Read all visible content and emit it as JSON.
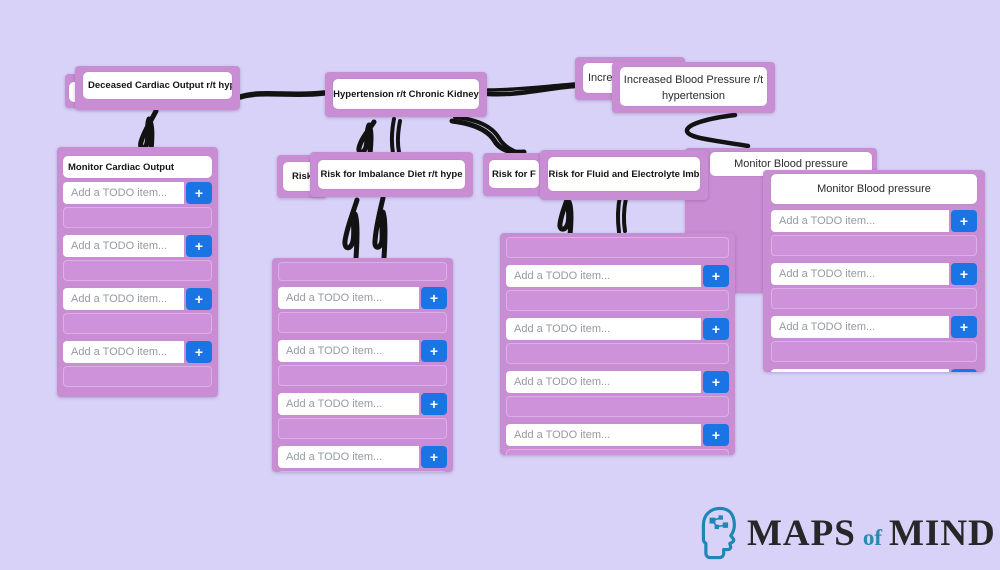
{
  "canvas": {
    "background_color": "#d8d2f8",
    "card_color": "#c98dd4",
    "list_area_color": "#ce92da",
    "accent_blue": "#1b74e4",
    "connector_color": "#121212"
  },
  "nodes": {
    "deceased": {
      "title": "Deceased Cardiac Output r/t hyp"
    },
    "hypertension": {
      "title": "Hypertension r/t Chronic Kidney"
    },
    "increased_back": {
      "title": "Incre"
    },
    "increased": {
      "title": "Increased Blood Pressure r/t hypertension"
    },
    "monitor_cardiac": {
      "title": "Monitor Cardiac Output"
    },
    "risk_back": {
      "title": "Risk"
    },
    "risk_imbalance": {
      "title": "Risk for Imbalance Diet r/t hype"
    },
    "risk_fluid_back": {
      "title": "Risk for F"
    },
    "risk_fluid": {
      "title": "Risk for Fluid and Electrolyte Imb"
    },
    "monitor_bp_back": {
      "title": "Monitor Blood pressure"
    },
    "monitor_bp": {
      "title": "Monitor Blood pressure"
    }
  },
  "todo": {
    "placeholder": "Add a TODO item...",
    "add_button_label": "+"
  },
  "logo": {
    "maps": "MAPS",
    "of": "of",
    "mind": "MIND"
  }
}
